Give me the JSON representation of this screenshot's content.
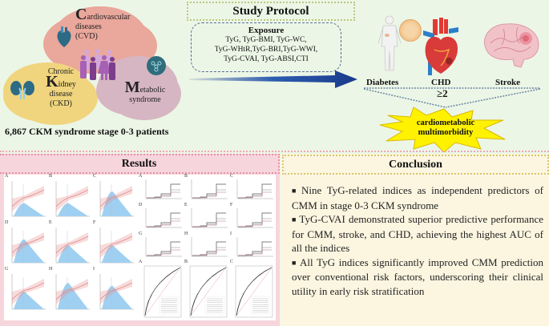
{
  "top": {
    "ckm": {
      "cvd": {
        "big_letter": "C",
        "rest_line1": "ardiovascular",
        "line2": "diseases",
        "line3": "(CVD)"
      },
      "ckd": {
        "line1": "Chronic",
        "big_letter": "K",
        "rest_line2": "idney",
        "line3": "disease",
        "line4": "(CKD)"
      },
      "met": {
        "big_letter": "M",
        "rest_line1": "etabolic",
        "line2": "syndrome"
      },
      "patients_label": "6,867 CKM syndrome stage 0-3 patients"
    },
    "protocol": {
      "title": "Study Protocol",
      "exposure_title": "Exposure",
      "exposure_lines": [
        "TyG, TyG-BMI, TyG-WC,",
        "TyG-WHtR,TyG-BRI,TyG-WWI,",
        "TyG-CVAI, TyG-ABSI,CTI"
      ]
    },
    "outcomes": {
      "diabetes": "Diabetes",
      "chd": "CHD",
      "stroke": "Stroke",
      "threshold": "≥2",
      "cmm_line1": "cardiometabolic",
      "cmm_line2": "multimorbidity"
    }
  },
  "results": {
    "title": "Results",
    "rcs_panel_labels": [
      "A",
      "B",
      "C",
      "D",
      "E",
      "F",
      "G",
      "H",
      "I"
    ],
    "km_panel_labels": [
      "A",
      "B",
      "C",
      "D",
      "E",
      "F",
      "G",
      "H",
      "I"
    ],
    "roc_panel_labels": [
      "A",
      "B",
      "C"
    ]
  },
  "conclusion": {
    "title": "Conclusion",
    "bullet_symbol": "■",
    "points": [
      "Nine TyG-related indices as independent predictors of CMM in stage 0-3 CKM syndrome",
      "TyG-CVAI demonstrated superior predictive performance for CMM, stroke, and CHD, achieving the highest AUC of all the indices",
      "All TyG indices significantly improved CMM prediction over conventional risk factors, underscoring their clinical utility in early risk stratification"
    ]
  },
  "colors": {
    "background": "#ecf6e6",
    "results_bg": "#f7d5dd",
    "conclusion_bg": "#fcf6e1",
    "arrow_blue": "#1f3f8f",
    "star_yellow": "#fff200",
    "histogram_blue": "#9fd0f2",
    "rcs_red": "#e48a8a"
  }
}
